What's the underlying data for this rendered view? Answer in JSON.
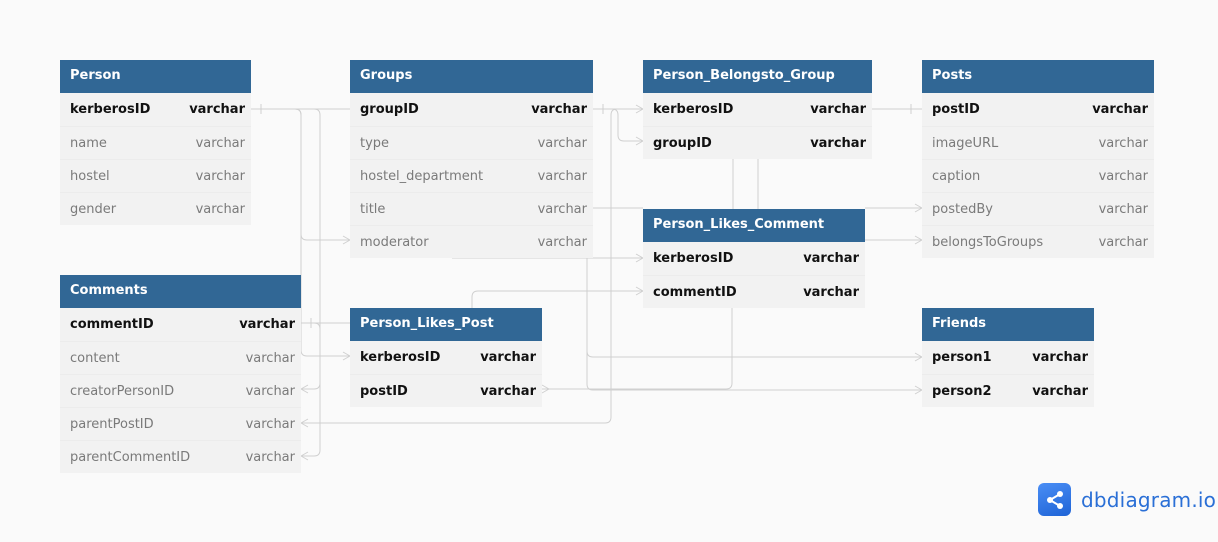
{
  "tables": [
    {
      "name": "Person",
      "fields": [
        {
          "name": "kerberosID",
          "type": "varchar",
          "pk": true
        },
        {
          "name": "name",
          "type": "varchar"
        },
        {
          "name": "hostel",
          "type": "varchar"
        },
        {
          "name": "gender",
          "type": "varchar"
        }
      ]
    },
    {
      "name": "Groups",
      "fields": [
        {
          "name": "groupID",
          "type": "varchar",
          "pk": true
        },
        {
          "name": "type",
          "type": "varchar"
        },
        {
          "name": "hostel_department",
          "type": "varchar"
        },
        {
          "name": "title",
          "type": "varchar"
        },
        {
          "name": "moderator",
          "type": "varchar"
        }
      ]
    },
    {
      "name": "Person_Belongsto_Group",
      "fields": [
        {
          "name": "kerberosID",
          "type": "varchar",
          "pk": true
        },
        {
          "name": "groupID",
          "type": "varchar",
          "pk": true
        }
      ]
    },
    {
      "name": "Posts",
      "fields": [
        {
          "name": "postID",
          "type": "varchar",
          "pk": true
        },
        {
          "name": "imageURL",
          "type": "varchar"
        },
        {
          "name": "caption",
          "type": "varchar"
        },
        {
          "name": "postedBy",
          "type": "varchar"
        },
        {
          "name": "belongsToGroups",
          "type": "varchar"
        }
      ]
    },
    {
      "name": "Person_Likes_Comment",
      "fields": [
        {
          "name": "kerberosID",
          "type": "varchar",
          "pk": true
        },
        {
          "name": "commentID",
          "type": "varchar",
          "pk": true
        }
      ]
    },
    {
      "name": "Comments",
      "fields": [
        {
          "name": "commentID",
          "type": "varchar",
          "pk": true
        },
        {
          "name": "content",
          "type": "varchar"
        },
        {
          "name": "creatorPersonID",
          "type": "varchar"
        },
        {
          "name": "parentPostID",
          "type": "varchar"
        },
        {
          "name": "parentCommentID",
          "type": "varchar"
        }
      ]
    },
    {
      "name": "Person_Likes_Post",
      "fields": [
        {
          "name": "kerberosID",
          "type": "varchar",
          "pk": true
        },
        {
          "name": "postID",
          "type": "varchar",
          "pk": true
        }
      ]
    },
    {
      "name": "Friends",
      "fields": [
        {
          "name": "person1",
          "type": "varchar",
          "pk": true
        },
        {
          "name": "person2",
          "type": "varchar",
          "pk": true
        }
      ]
    }
  ],
  "brand": {
    "name": "dbdiagram.io",
    "icon": "share-nodes-icon",
    "color": "#2a6fd6"
  },
  "colors": {
    "header": "#316795",
    "body": "#f2f2f2",
    "wire": "#d0d0d0"
  }
}
